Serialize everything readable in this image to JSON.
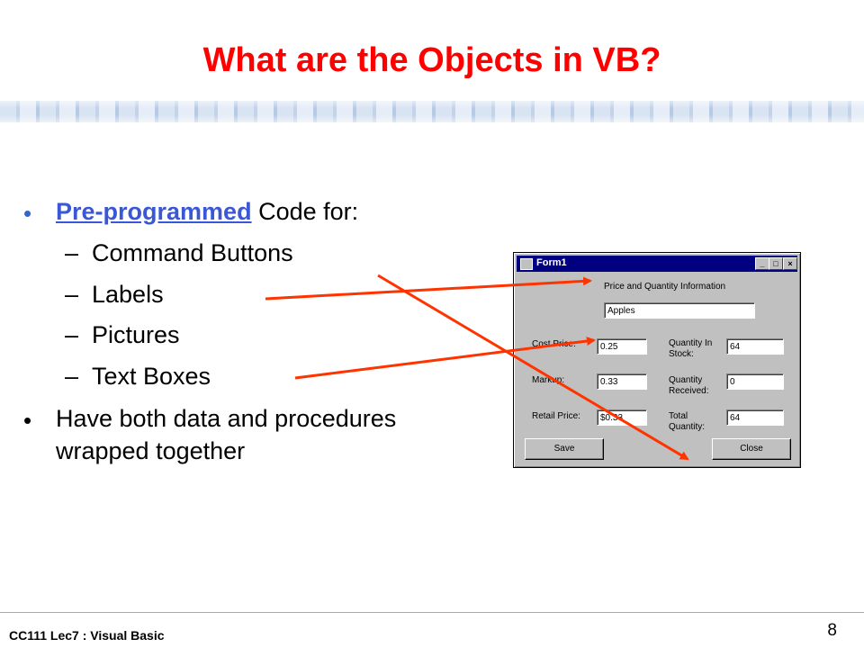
{
  "slide": {
    "title": "What are the Objects in VB?",
    "bullet1_link": "Pre-programmed",
    "bullet1_rest": " Code for:",
    "sub_items": [
      "Command Buttons",
      "Labels",
      "Pictures",
      "Text Boxes"
    ],
    "dash": "–",
    "bullet_char": "•",
    "bullet2_line1": "Have both data and  procedures",
    "bullet2_line2": "wrapped  together",
    "footer": "CC111 Lec7 :  Visual Basic",
    "page_number": "8"
  },
  "form": {
    "window_title": "Form1",
    "header_label": "Price and Quantity Information",
    "product_value": "Apples",
    "cost_price_label": "Cost Price:",
    "cost_price_value": "0.25",
    "markup_label": "Markup:",
    "markup_value": "0.33",
    "retail_price_label": "Retail Price:",
    "retail_price_value": "$0.33",
    "qty_stock_label_1": "Quantity In",
    "qty_stock_label_2": "Stock:",
    "qty_stock_value": "64",
    "qty_received_label_1": "Quantity",
    "qty_received_label_2": "Received:",
    "qty_received_value": "0",
    "total_qty_label_1": "Total",
    "total_qty_label_2": "Quantity:",
    "total_qty_value": "64",
    "save_label": "Save",
    "close_label": "Close",
    "minimize_glyph": "_",
    "maximize_glyph": "□",
    "close_glyph": "×"
  },
  "colors": {
    "title": "#ff0000",
    "link": "#3a57d5",
    "arrow": "#ff3300",
    "titlebar": "#000080"
  }
}
